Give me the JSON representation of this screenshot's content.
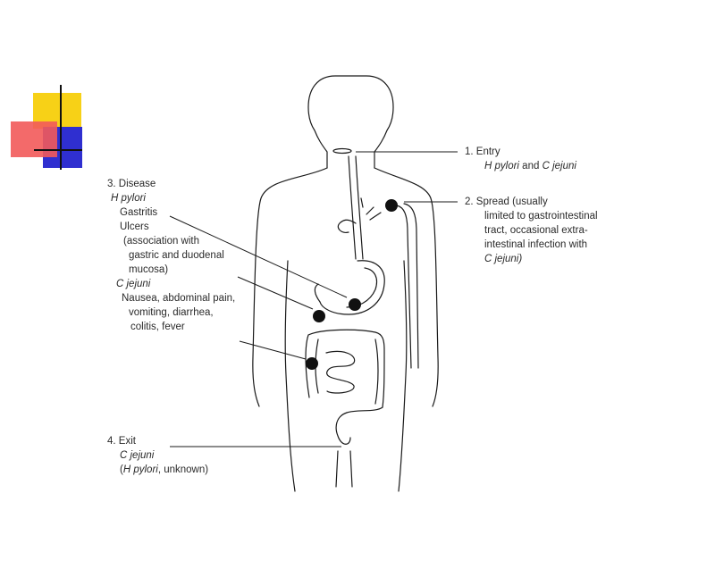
{
  "entry": {
    "title": "1. Entry",
    "line1_a": "H pylori",
    "line1_b": " and ",
    "line1_c": "C jejuni"
  },
  "spread": {
    "title": "2. Spread (usually",
    "line1": "limited to gastrointestinal",
    "line2": "tract, occasional extra-",
    "line3": "intestinal infection with",
    "line4": "C jejuni)"
  },
  "disease": {
    "title": "3. Disease",
    "hp_name": "H pylori",
    "hp_items": [
      "Gastritis",
      "Ulcers",
      "(association with",
      "gastric and duodenal",
      "mucosa)"
    ],
    "cj_name": "C jejuni",
    "cj_items": [
      "Nausea, abdominal pain,",
      "vomiting, diarrhea,",
      "colitis, fever"
    ]
  },
  "exit": {
    "title": "4. Exit",
    "line1": "C jejuni",
    "line2_a": "(",
    "line2_b": "H pylori",
    "line2_c": ", unknown)"
  },
  "colors": {
    "logo_yellow": "#f7d117",
    "logo_red": "#f25a5a",
    "logo_blue": "#2f2fd0",
    "ink": "#1a1a1a"
  }
}
